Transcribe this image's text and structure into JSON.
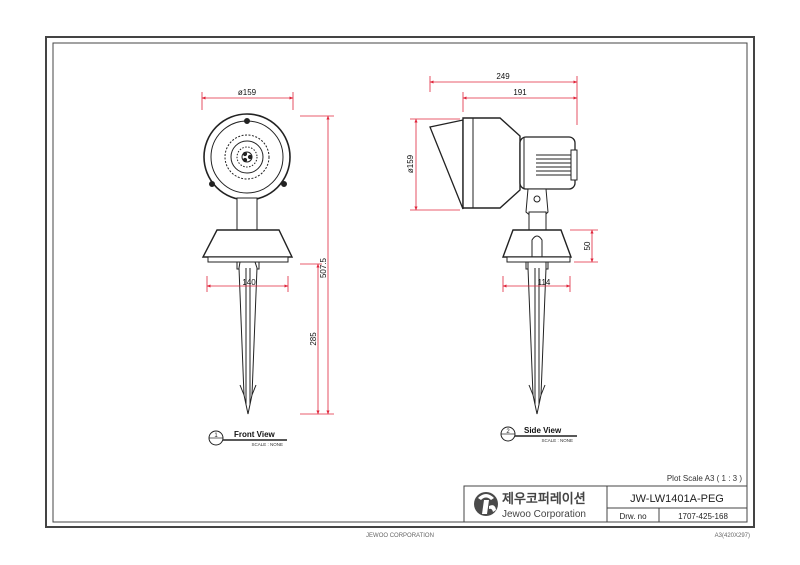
{
  "front_view": {
    "title": "Front View",
    "scale": "SCALE : NONE",
    "marker": "1",
    "dims": {
      "diameter": "ø159",
      "base_width": "140",
      "total_height": "507.5",
      "spike_length": "285"
    }
  },
  "side_view": {
    "title": "Side View",
    "scale": "SCALE : NONE",
    "marker": "2",
    "dims": {
      "overall_width": "249",
      "body_width": "191",
      "diameter": "ø159",
      "base_height": "50",
      "base_width": "114"
    }
  },
  "title_block": {
    "plot_scale": "Plot Scale  A3 ( 1 : 3 )",
    "company_kr": "제우코퍼레이션",
    "company_en": "Jewoo Corporation",
    "model": "JW-LW1401A-PEG",
    "drw_label": "Drw. no",
    "drw_no": "1707-425-168"
  },
  "footer": {
    "company": "JEWOO CORPORATION",
    "paper": "A3(420X297)"
  },
  "colors": {
    "dimension": "#e0263c",
    "line": "#222222",
    "frame": "#333333"
  }
}
